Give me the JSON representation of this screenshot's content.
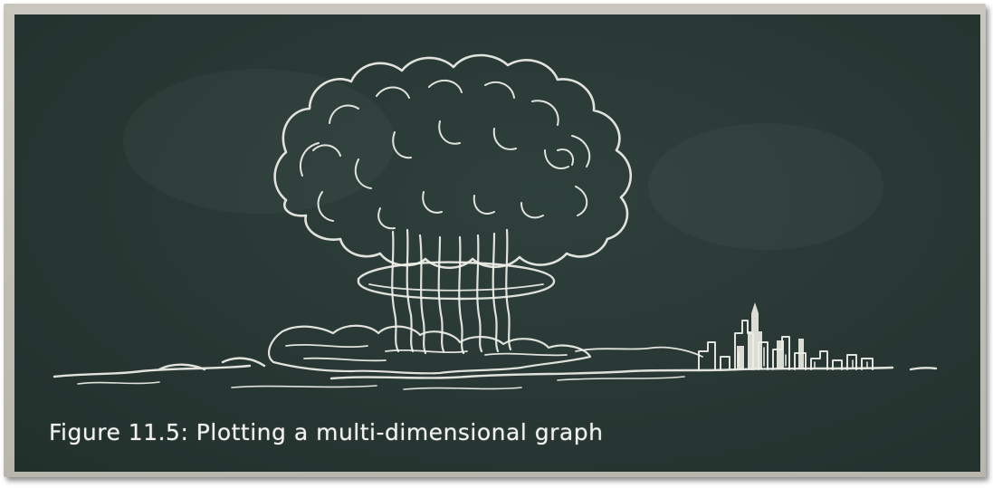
{
  "caption": "Figure 11.5: Plotting a multi-dimensional graph",
  "colors": {
    "board": "#283733",
    "frame": "#c2bfb6",
    "chalk": "#f1f1ea"
  },
  "illustration": [
    "mushroom-cloud",
    "city-skyline",
    "ground-line"
  ]
}
